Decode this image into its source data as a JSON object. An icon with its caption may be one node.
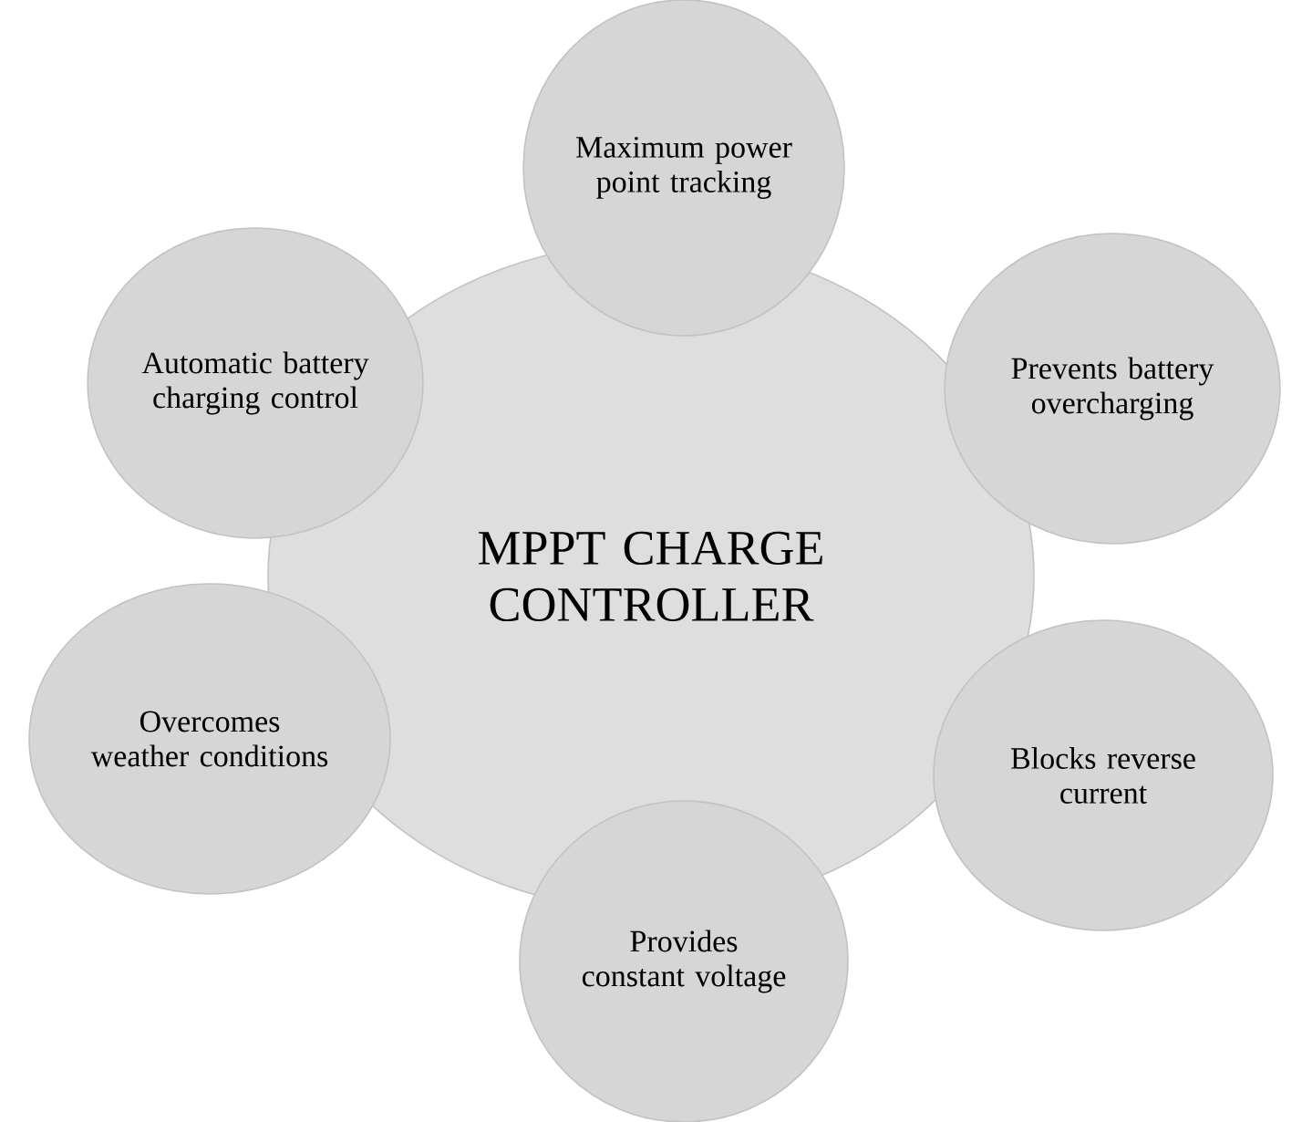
{
  "diagram": {
    "nodes": [
      {
        "text": [
          "MPPT CHARGE CONTROLLER"
        ]
      },
      {
        "text": [
          "Maximum power point tracking"
        ]
      },
      {
        "text": [
          "Prevents battery overcharging"
        ]
      },
      {
        "text": [
          "Blocks reverse current"
        ]
      },
      {
        "text": [
          "Provides constant voltage"
        ]
      },
      {
        "text": [
          "Overcomes weather conditions"
        ]
      },
      {
        "text": [
          "Automatic battery charging control"
        ]
      }
    ]
  }
}
